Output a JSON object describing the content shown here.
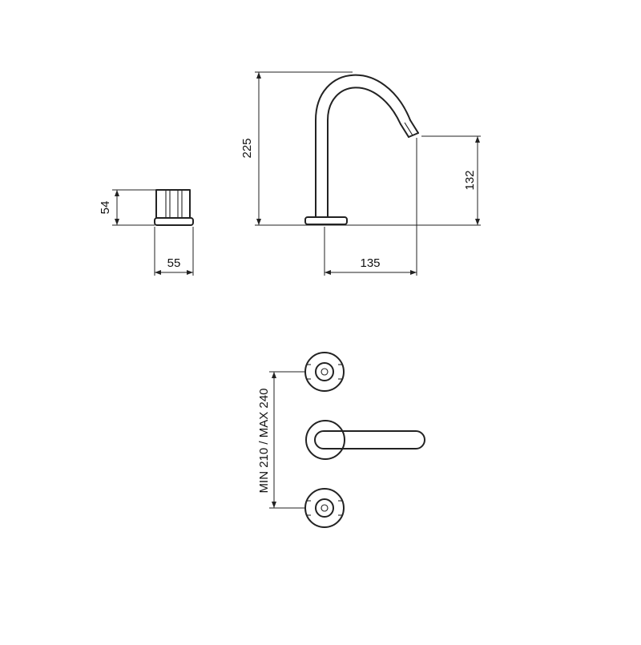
{
  "diagram": {
    "side_view_dimensions": {
      "handle_height": "54",
      "handle_width": "55",
      "spout_height": "225",
      "outlet_height": "132",
      "spout_reach": "135"
    },
    "plan_view_dimensions": {
      "valve_spacing": "MIN 210 / MAX 240"
    }
  }
}
